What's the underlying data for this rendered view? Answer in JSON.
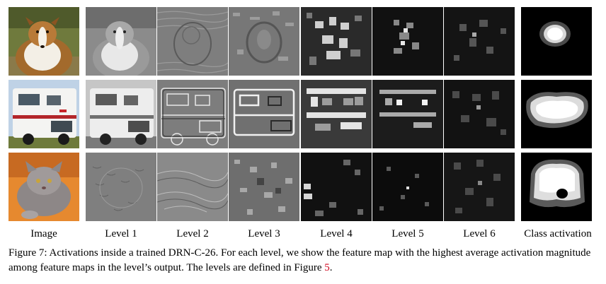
{
  "figure": {
    "column_labels": [
      "Image",
      "Level 1",
      "Level 2",
      "Level 3",
      "Level 4",
      "Level 5",
      "Level 6",
      "Class activation"
    ],
    "rows": [
      {
        "subject": "dog",
        "cells": [
          "dog-photo",
          "dog-level-1",
          "dog-level-2",
          "dog-level-3",
          "dog-level-4",
          "dog-level-5",
          "dog-level-6",
          "dog-class-activation"
        ]
      },
      {
        "subject": "camper",
        "cells": [
          "camper-photo",
          "camper-level-1",
          "camper-level-2",
          "camper-level-3",
          "camper-level-4",
          "camper-level-5",
          "camper-level-6",
          "camper-class-activation"
        ]
      },
      {
        "subject": "cat",
        "cells": [
          "cat-photo",
          "cat-level-1",
          "cat-level-2",
          "cat-level-3",
          "cat-level-4",
          "cat-level-5",
          "cat-level-6",
          "cat-class-activation"
        ]
      }
    ],
    "caption": {
      "text_before_ref": "Figure 7: Activations inside a trained DRN-C-26. For each level, we show the feature map with the highest average activation magnitude among feature maps in the level’s output. The levels are defined in Figure ",
      "ref": "5",
      "text_after_ref": "."
    }
  }
}
